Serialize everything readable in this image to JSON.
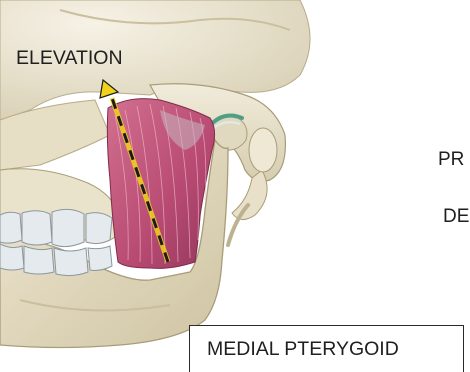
{
  "labels": {
    "elevation": "ELEVATION",
    "protrusion_partial": "PR",
    "depression_partial": "DE"
  },
  "muscle_label": "MEDIAL PTERYGOID",
  "colors": {
    "bone": "#e9e2cc",
    "bone_shadow": "#c9bfa0",
    "muscle": "#c35a7e",
    "muscle_dark": "#8f3457",
    "arrow_yellow": "#f1d21a",
    "disc_green": "#4f9f86",
    "teeth": "#e4eaee"
  },
  "icons": {
    "direction_arrow": "dashed-arrow-up-icon"
  }
}
